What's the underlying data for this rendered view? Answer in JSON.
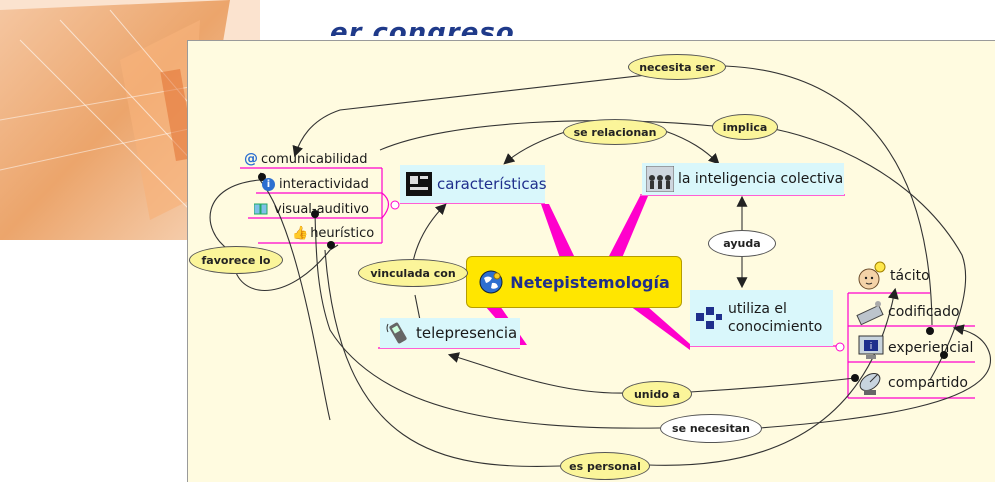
{
  "banner": {
    "text": "er congreso"
  },
  "central": {
    "label": "Netepistemología",
    "icon": "globe-icon"
  },
  "nodes": {
    "caracteristicas": "características",
    "inteligencia": "la inteligencia colectiva",
    "utiliza_line1": "utiliza el",
    "utiliza_line2": "conocimiento",
    "telepresencia": "telepresencia",
    "comunicabilidad": "comunicabilidad",
    "interactividad": "interactividad",
    "visual": "visual-auditivo",
    "heuristico": "heurístico",
    "tacito": "tácito",
    "codificado": "codificado",
    "experiencial": "experiencial",
    "compartido": "compartido"
  },
  "links": {
    "necesita_ser": "necesita ser",
    "se_relacionan": "se relacionan",
    "implica": "implica",
    "ayuda": "ayuda",
    "favorece_lo": "favorece lo",
    "vinculada_con": "vinculada con",
    "unido_a": "unido a",
    "se_necesitan": "se necesitan",
    "es_personal": "es personal"
  },
  "colors": {
    "panel": "#fffbe0",
    "central": "#ffe600",
    "magenta": "#ff00cc",
    "highlight": "#d9f7fb",
    "link_oval": "#fbf59a"
  }
}
